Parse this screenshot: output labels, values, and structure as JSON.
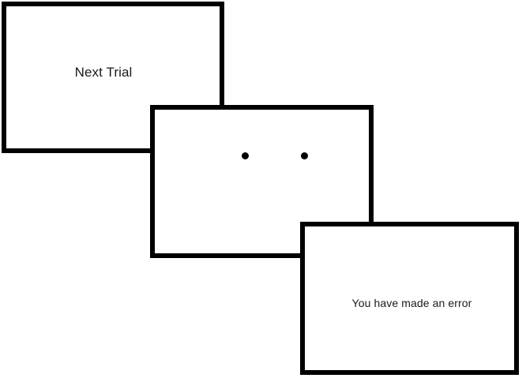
{
  "figure": {
    "type": "trial-sequence-diagram",
    "background_color": "#ffffff",
    "border_color": "#000000",
    "text_color": "#1a1a1a"
  },
  "panels": [
    {
      "id": "next-trial",
      "name": "next-trial-screen",
      "caption": "Next Trial",
      "has_dots": false
    },
    {
      "id": "fixation",
      "name": "fixation-dots-screen",
      "caption": "",
      "has_dots": true,
      "dots": [
        {
          "name": "left-fixation-dot"
        },
        {
          "name": "right-fixation-dot"
        }
      ]
    },
    {
      "id": "error",
      "name": "error-feedback-screen",
      "caption": "You have made an error",
      "has_dots": false
    }
  ]
}
